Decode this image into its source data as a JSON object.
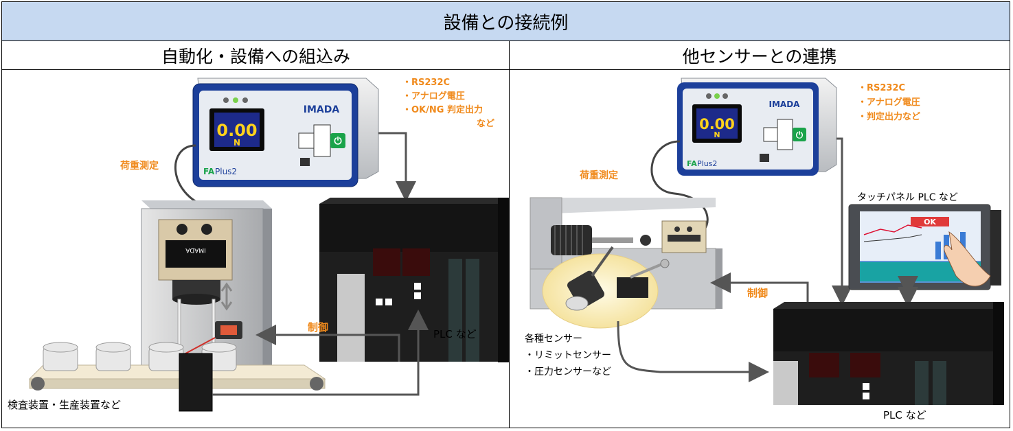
{
  "title": "設備との接続例",
  "left": {
    "heading": "自動化・設備への組込み",
    "outputs": [
      "・RS232C",
      "・アナログ電圧",
      "・OK/NG 判定出力",
      "など"
    ],
    "load_label": "荷重測定",
    "control_label": "制御",
    "plc_label": "PLC など",
    "bottom_label": "検査装置・生産装置など",
    "device": {
      "display": "0.00",
      "unit": "N",
      "brand": "IMADA",
      "model_prefix": "FA",
      "model_suffix": "Plus2"
    },
    "press_brand": "IMADA"
  },
  "right": {
    "heading": "他センサーとの連携",
    "outputs": [
      "・RS232C",
      "・アナログ電圧",
      "・判定出力など"
    ],
    "load_label": "荷重測定",
    "control_label": "制御",
    "touch_label": "タッチパネル PLC など",
    "ok_label": "OK",
    "sensors": [
      "各種センサー",
      "・リミットセンサー",
      "・圧力センサーなど"
    ],
    "plc_label": "PLC など",
    "device": {
      "display": "0.00",
      "unit": "N",
      "brand": "IMADA",
      "model_prefix": "FA",
      "model_suffix": "Plus2"
    }
  },
  "colors": {
    "header_bg": "#c6d9f1",
    "accent": "#f08a1c",
    "device_blue": "#1c3f9a",
    "display_green": "#1aa34a"
  }
}
